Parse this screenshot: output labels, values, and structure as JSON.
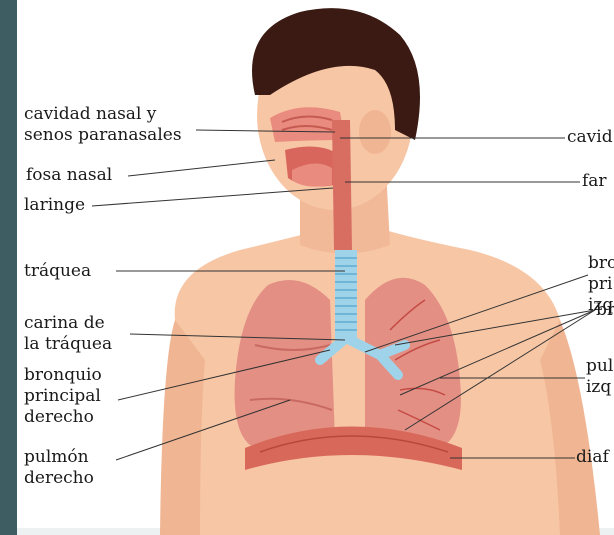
{
  "labels": {
    "cavidad_nasal_left": "cavidad nasal y\nsenos paranasales",
    "fosa_nasal": "fosa nasal",
    "laringe": "laringe",
    "traquea": "tráquea",
    "carina": "carina de\nla tráquea",
    "bronquio_derecho": "bronquio\nprincipal\nderecho",
    "pulmon_derecho": "pulmón\nderecho",
    "cavidad_right": "cavid",
    "faringe_right": "far",
    "bronquio_izq_right": "bro\npri\nizq",
    "bronquiolos_right": "br",
    "pulmon_izq_right": "pul\nizq",
    "diafragma_right": "diaf"
  },
  "colors": {
    "sidebar": "#3e5d62",
    "skin": "#f7c6a5",
    "hair": "#3a1a12",
    "lung": "#e38f84",
    "trachea": "#9fd3ea",
    "diaphragm": "#d8685a"
  }
}
